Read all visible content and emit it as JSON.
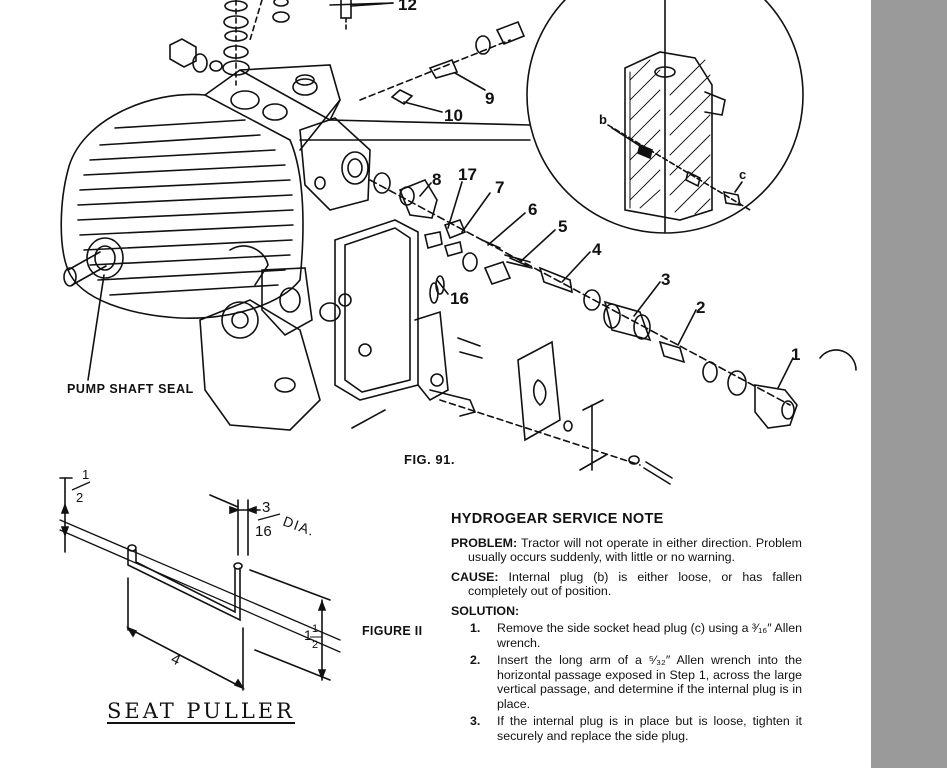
{
  "figure_label": "FIG. 91.",
  "callouts": {
    "c1": "1",
    "c2": "2",
    "c3": "3",
    "c4": "4",
    "c5": "5",
    "c6": "6",
    "c7": "7",
    "c8": "8",
    "c9": "9",
    "c10": "10",
    "c12": "12",
    "c16": "16",
    "c17": "17",
    "cb": "b",
    "cc": "c"
  },
  "pump_shaft_seal_label": "PUMP SHAFT SEAL",
  "figure2_label": "FIGURE II",
  "seat_puller": {
    "title": "SEAT PULLER",
    "dim_top_num": "1",
    "dim_top_den": "2",
    "dim_dia_num": "3",
    "dim_dia_den": "16",
    "dim_dia_suffix": "DIA.",
    "dim_length": "4",
    "dim_right_whole": "1",
    "dim_right_num": "1",
    "dim_right_den": "2"
  },
  "note": {
    "title": "HYDROGEAR SERVICE NOTE",
    "problem_label": "PROBLEM:",
    "problem_text": "Tractor will not operate in either direction. Problem usually occurs suddenly, with little or no warning.",
    "cause_label": "CAUSE:",
    "cause_text": "Internal plug (b) is either loose, or has fallen completely out of position.",
    "solution_label": "SOLUTION:",
    "steps": [
      {
        "num": "1.",
        "text": "Remove the side socket head plug (c) using a ³⁄₁₆″ Allen wrench."
      },
      {
        "num": "2.",
        "text": "Insert the long arm of a ⁵⁄₃₂″ Allen wrench into the horizontal passage exposed in Step 1, across the large vertical passage, and determine if the internal plug is in place."
      },
      {
        "num": "3.",
        "text": "If the internal plug is in place but is loose, tighten it securely and replace the side plug."
      }
    ]
  }
}
